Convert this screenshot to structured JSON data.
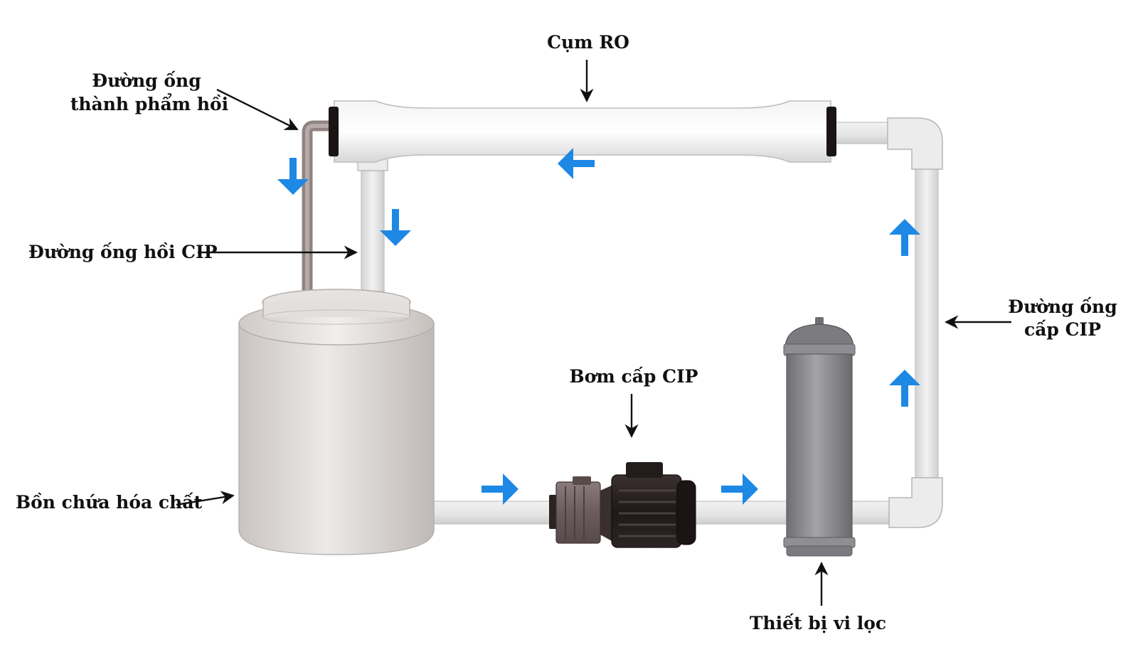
{
  "labels": {
    "ro": "Cụm RO",
    "permeate_line_1": "Đường ống",
    "permeate_line_2": "thành phẩm hồi",
    "return_line": "Đường ống hồi CIP",
    "supply_line_1": "Đường ống",
    "supply_line_2": "cấp CIP",
    "pump": "Bơm cấp CIP",
    "tank": "Bồn chứa hóa chất",
    "filter": "Thiết bị vi lọc"
  },
  "colors": {
    "flow_arrow": "#1e88e5",
    "pipe": "#e6e6e6",
    "tank": "#d8d4d2",
    "filter": "#8a8a8e",
    "pump_motor": "#2a2323",
    "pump_head": "#6e6060"
  },
  "icons": {
    "flow_arrow": "flow-arrow-icon",
    "leader_arrow": "leader-arrow-icon"
  }
}
